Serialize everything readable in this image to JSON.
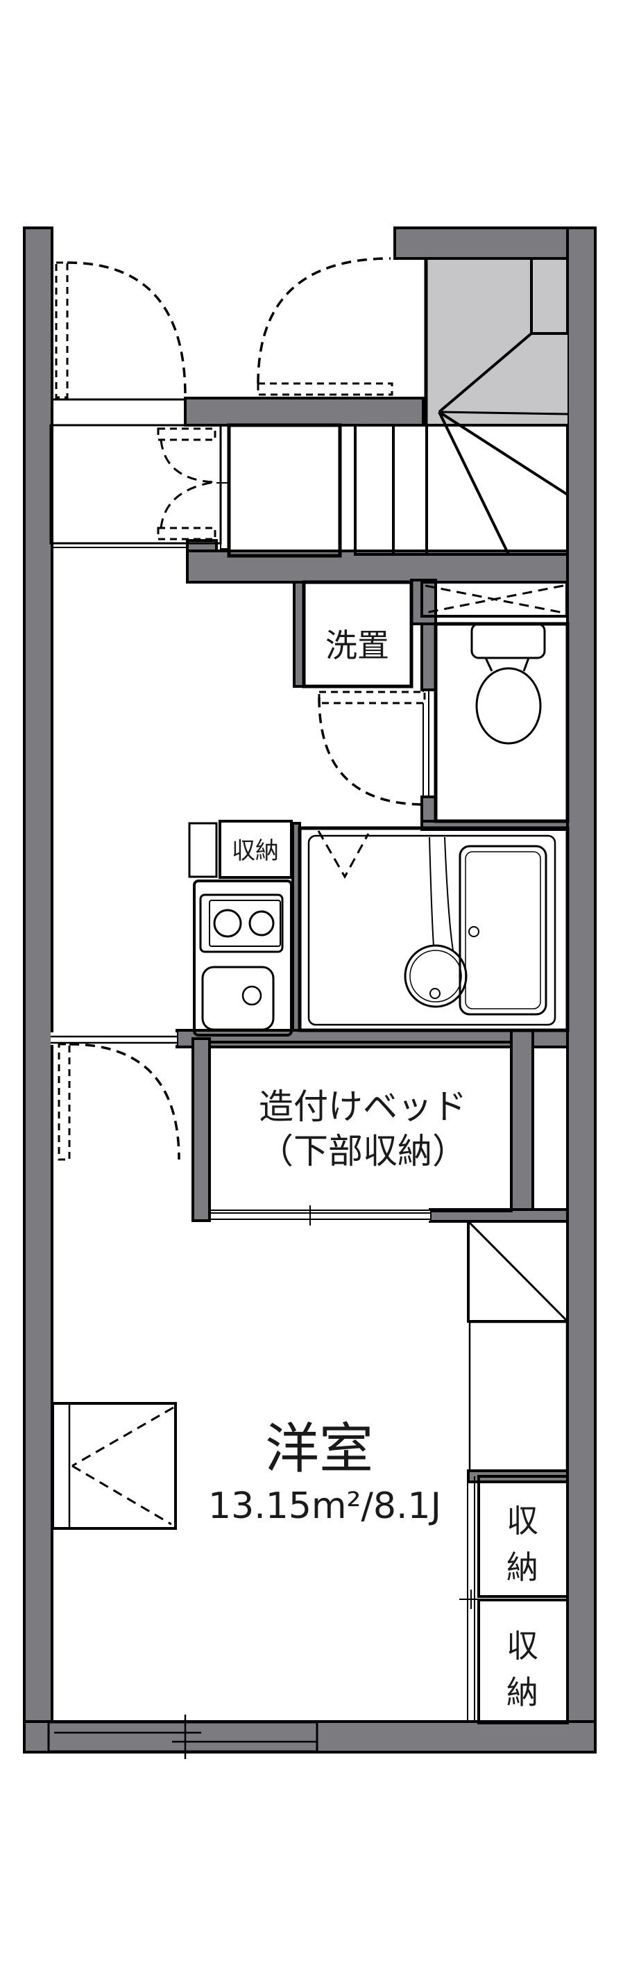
{
  "plan": {
    "rooms": {
      "washer": {
        "label": "洗置"
      },
      "kitchen_storage": {
        "label": "収納"
      },
      "bed": {
        "line1": "造付けベッド",
        "line2": "（下部収納）"
      },
      "western_room": {
        "label": "洋室",
        "area": "13.15m²/8.1J"
      },
      "storage_upper": {
        "chars": [
          "収",
          "納"
        ]
      },
      "storage_lower": {
        "chars": [
          "収",
          "納"
        ]
      }
    },
    "colors": {
      "wall": "#7b7b80",
      "stair": "#c6c6c8",
      "water": "#dce8f7",
      "storage_cream": "#fcf2da",
      "text": "#1a1a1a"
    }
  }
}
